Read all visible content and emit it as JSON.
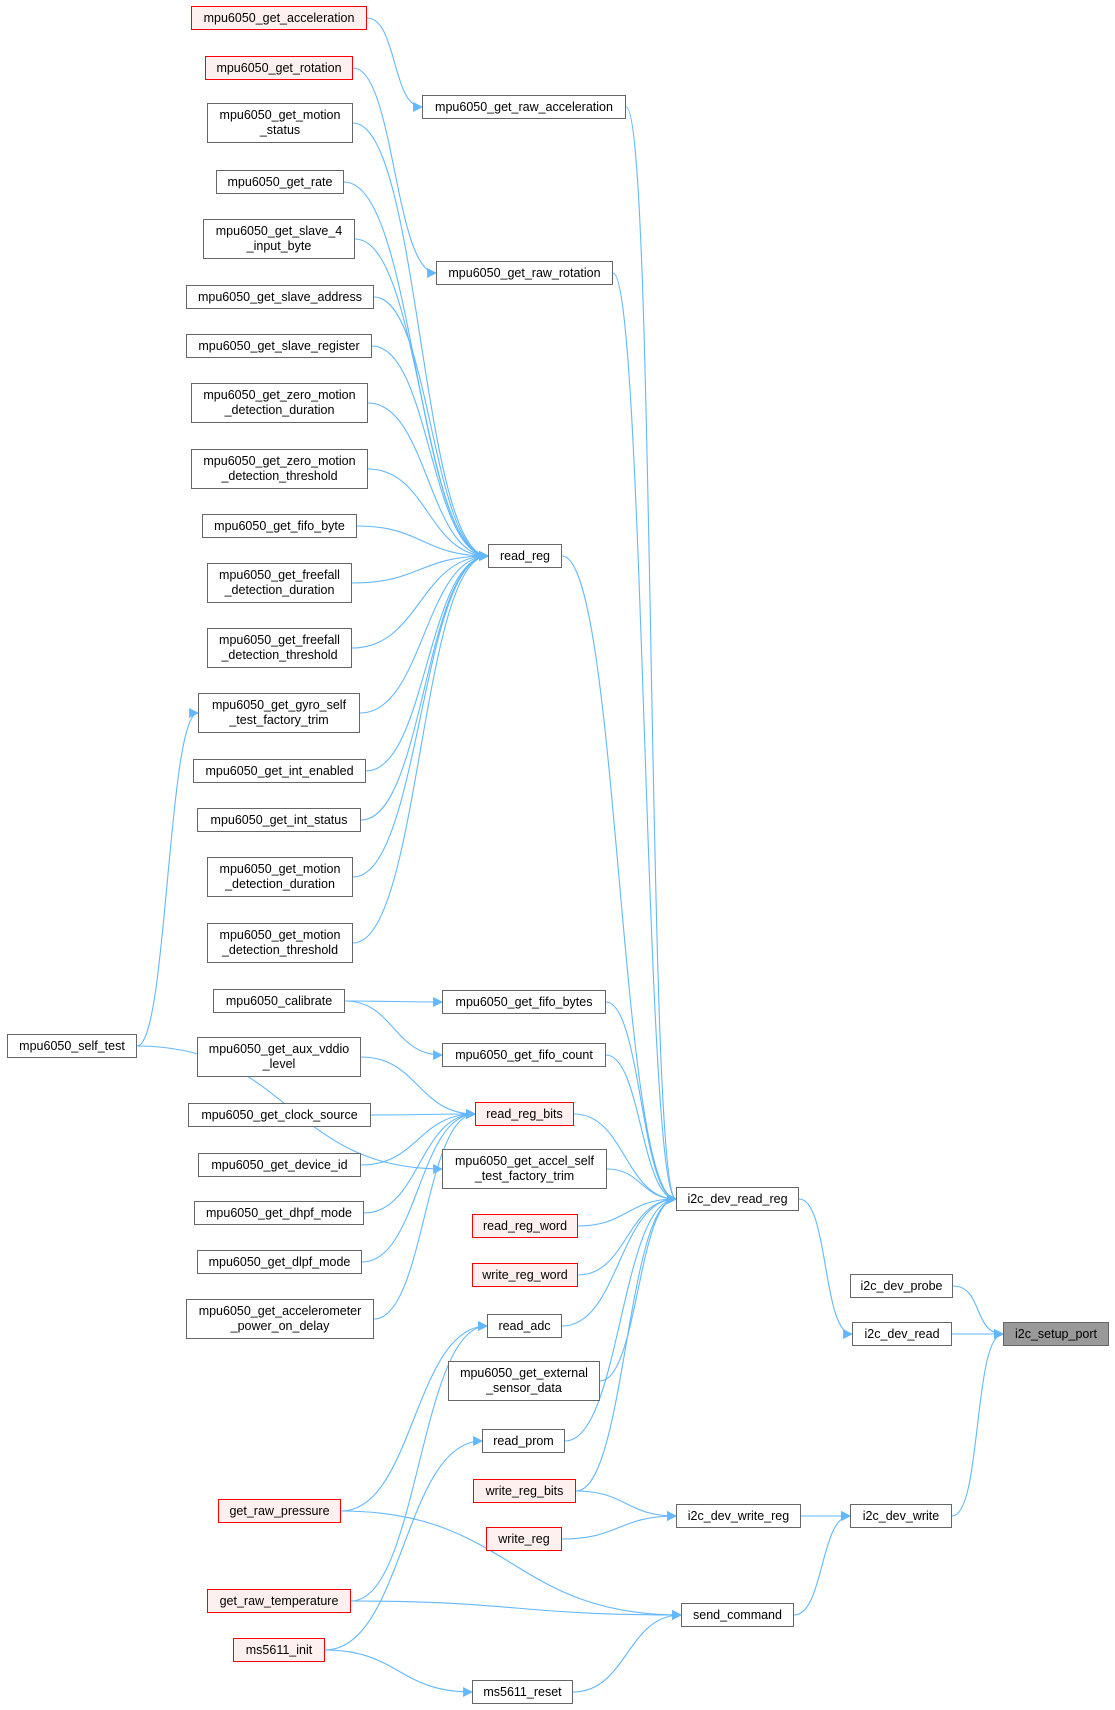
{
  "colors": {
    "edge": "#63b8ff",
    "border": "#666666",
    "red_border": "#ff0000",
    "red_fill": "#fff0f0",
    "current_fill": "#999999"
  },
  "nodes": [
    {
      "id": "n_get_acceleration",
      "lines": [
        "mpu6050_get_acceleration"
      ],
      "style": "red"
    },
    {
      "id": "n_get_rotation",
      "lines": [
        "mpu6050_get_rotation"
      ],
      "style": "red"
    },
    {
      "id": "n_get_raw_acceleration",
      "lines": [
        "mpu6050_get_raw_acceleration"
      ],
      "style": "normal"
    },
    {
      "id": "n_get_motion_status",
      "lines": [
        "mpu6050_get_motion",
        "_status"
      ],
      "style": "normal"
    },
    {
      "id": "n_get_rate",
      "lines": [
        "mpu6050_get_rate"
      ],
      "style": "normal"
    },
    {
      "id": "n_get_raw_rotation",
      "lines": [
        "mpu6050_get_raw_rotation"
      ],
      "style": "normal"
    },
    {
      "id": "n_get_slave_4_input_byte",
      "lines": [
        "mpu6050_get_slave_4",
        "_input_byte"
      ],
      "style": "normal"
    },
    {
      "id": "n_get_slave_address",
      "lines": [
        "mpu6050_get_slave_address"
      ],
      "style": "normal"
    },
    {
      "id": "n_get_slave_register",
      "lines": [
        "mpu6050_get_slave_register"
      ],
      "style": "normal"
    },
    {
      "id": "n_get_zero_motion_detection_duration",
      "lines": [
        "mpu6050_get_zero_motion",
        "_detection_duration"
      ],
      "style": "normal"
    },
    {
      "id": "n_get_zero_motion_detection_threshold",
      "lines": [
        "mpu6050_get_zero_motion",
        "_detection_threshold"
      ],
      "style": "normal"
    },
    {
      "id": "n_get_fifo_byte",
      "lines": [
        "mpu6050_get_fifo_byte"
      ],
      "style": "normal"
    },
    {
      "id": "n_read_reg",
      "lines": [
        "read_reg"
      ],
      "style": "normal"
    },
    {
      "id": "n_get_freefall_detection_duration",
      "lines": [
        "mpu6050_get_freefall",
        "_detection_duration"
      ],
      "style": "normal"
    },
    {
      "id": "n_get_freefall_detection_threshold",
      "lines": [
        "mpu6050_get_freefall",
        "_detection_threshold"
      ],
      "style": "normal"
    },
    {
      "id": "n_get_gyro_self_test_factory_trim",
      "lines": [
        "mpu6050_get_gyro_self",
        "_test_factory_trim"
      ],
      "style": "normal"
    },
    {
      "id": "n_get_int_enabled",
      "lines": [
        "mpu6050_get_int_enabled"
      ],
      "style": "normal"
    },
    {
      "id": "n_get_int_status",
      "lines": [
        "mpu6050_get_int_status"
      ],
      "style": "normal"
    },
    {
      "id": "n_get_motion_detection_duration",
      "lines": [
        "mpu6050_get_motion",
        "_detection_duration"
      ],
      "style": "normal"
    },
    {
      "id": "n_get_motion_detection_threshold",
      "lines": [
        "mpu6050_get_motion",
        "_detection_threshold"
      ],
      "style": "normal"
    },
    {
      "id": "n_calibrate",
      "lines": [
        "mpu6050_calibrate"
      ],
      "style": "normal"
    },
    {
      "id": "n_get_fifo_bytes",
      "lines": [
        "mpu6050_get_fifo_bytes"
      ],
      "style": "normal"
    },
    {
      "id": "n_self_test",
      "lines": [
        "mpu6050_self_test"
      ],
      "style": "normal"
    },
    {
      "id": "n_get_fifo_count",
      "lines": [
        "mpu6050_get_fifo_count"
      ],
      "style": "normal"
    },
    {
      "id": "n_get_aux_vddio_level",
      "lines": [
        "mpu6050_get_aux_vddio",
        "_level"
      ],
      "style": "normal"
    },
    {
      "id": "n_read_reg_bits",
      "lines": [
        "read_reg_bits"
      ],
      "style": "red"
    },
    {
      "id": "n_get_clock_source",
      "lines": [
        "mpu6050_get_clock_source"
      ],
      "style": "normal"
    },
    {
      "id": "n_get_device_id",
      "lines": [
        "mpu6050_get_device_id"
      ],
      "style": "normal"
    },
    {
      "id": "n_get_accel_self_test_factory_trim",
      "lines": [
        "mpu6050_get_accel_self",
        "_test_factory_trim"
      ],
      "style": "normal"
    },
    {
      "id": "n_i2c_dev_read_reg",
      "lines": [
        "i2c_dev_read_reg"
      ],
      "style": "normal"
    },
    {
      "id": "n_get_dhpf_mode",
      "lines": [
        "mpu6050_get_dhpf_mode"
      ],
      "style": "normal"
    },
    {
      "id": "n_read_reg_word",
      "lines": [
        "read_reg_word"
      ],
      "style": "red"
    },
    {
      "id": "n_get_dlpf_mode",
      "lines": [
        "mpu6050_get_dlpf_mode"
      ],
      "style": "normal"
    },
    {
      "id": "n_write_reg_word",
      "lines": [
        "write_reg_word"
      ],
      "style": "red"
    },
    {
      "id": "n_i2c_dev_probe",
      "lines": [
        "i2c_dev_probe"
      ],
      "style": "normal"
    },
    {
      "id": "n_get_accelerometer_power_on_delay",
      "lines": [
        "mpu6050_get_accelerometer",
        "_power_on_delay"
      ],
      "style": "normal"
    },
    {
      "id": "n_read_adc",
      "lines": [
        "read_adc"
      ],
      "style": "normal"
    },
    {
      "id": "n_i2c_dev_read",
      "lines": [
        "i2c_dev_read"
      ],
      "style": "normal"
    },
    {
      "id": "n_i2c_setup_port",
      "lines": [
        "i2c_setup_port"
      ],
      "style": "current"
    },
    {
      "id": "n_get_external_sensor_data",
      "lines": [
        "mpu6050_get_external",
        "_sensor_data"
      ],
      "style": "normal"
    },
    {
      "id": "n_read_prom",
      "lines": [
        "read_prom"
      ],
      "style": "normal"
    },
    {
      "id": "n_write_reg_bits",
      "lines": [
        "write_reg_bits"
      ],
      "style": "red"
    },
    {
      "id": "n_get_raw_pressure",
      "lines": [
        "get_raw_pressure"
      ],
      "style": "red"
    },
    {
      "id": "n_i2c_dev_write_reg",
      "lines": [
        "i2c_dev_write_reg"
      ],
      "style": "normal"
    },
    {
      "id": "n_i2c_dev_write",
      "lines": [
        "i2c_dev_write"
      ],
      "style": "normal"
    },
    {
      "id": "n_write_reg",
      "lines": [
        "write_reg"
      ],
      "style": "red"
    },
    {
      "id": "n_get_raw_temperature",
      "lines": [
        "get_raw_temperature"
      ],
      "style": "red"
    },
    {
      "id": "n_send_command",
      "lines": [
        "send_command"
      ],
      "style": "normal"
    },
    {
      "id": "n_ms5611_init",
      "lines": [
        "ms5611_init"
      ],
      "style": "red"
    },
    {
      "id": "n_ms5611_reset",
      "lines": [
        "ms5611_reset"
      ],
      "style": "normal"
    }
  ],
  "edges": [
    {
      "from": "n_get_acceleration",
      "to": "n_get_raw_acceleration"
    },
    {
      "from": "n_get_rotation",
      "to": "n_get_raw_rotation"
    },
    {
      "from": "n_get_raw_acceleration",
      "to": "n_i2c_dev_read_reg"
    },
    {
      "from": "n_get_raw_rotation",
      "to": "n_i2c_dev_read_reg"
    },
    {
      "from": "n_get_motion_status",
      "to": "n_read_reg"
    },
    {
      "from": "n_get_rate",
      "to": "n_read_reg"
    },
    {
      "from": "n_get_slave_4_input_byte",
      "to": "n_read_reg"
    },
    {
      "from": "n_get_slave_address",
      "to": "n_read_reg"
    },
    {
      "from": "n_get_slave_register",
      "to": "n_read_reg"
    },
    {
      "from": "n_get_zero_motion_detection_duration",
      "to": "n_read_reg"
    },
    {
      "from": "n_get_zero_motion_detection_threshold",
      "to": "n_read_reg"
    },
    {
      "from": "n_get_fifo_byte",
      "to": "n_read_reg"
    },
    {
      "from": "n_get_freefall_detection_duration",
      "to": "n_read_reg"
    },
    {
      "from": "n_get_freefall_detection_threshold",
      "to": "n_read_reg"
    },
    {
      "from": "n_get_gyro_self_test_factory_trim",
      "to": "n_read_reg"
    },
    {
      "from": "n_get_int_enabled",
      "to": "n_read_reg"
    },
    {
      "from": "n_get_int_status",
      "to": "n_read_reg"
    },
    {
      "from": "n_get_motion_detection_duration",
      "to": "n_read_reg"
    },
    {
      "from": "n_get_motion_detection_threshold",
      "to": "n_read_reg"
    },
    {
      "from": "n_read_reg",
      "to": "n_i2c_dev_read_reg"
    },
    {
      "from": "n_self_test",
      "to": "n_get_gyro_self_test_factory_trim"
    },
    {
      "from": "n_self_test",
      "to": "n_get_accel_self_test_factory_trim"
    },
    {
      "from": "n_calibrate",
      "to": "n_get_fifo_bytes"
    },
    {
      "from": "n_calibrate",
      "to": "n_get_fifo_count"
    },
    {
      "from": "n_get_fifo_bytes",
      "to": "n_i2c_dev_read_reg"
    },
    {
      "from": "n_get_fifo_count",
      "to": "n_i2c_dev_read_reg"
    },
    {
      "from": "n_get_aux_vddio_level",
      "to": "n_read_reg_bits"
    },
    {
      "from": "n_get_clock_source",
      "to": "n_read_reg_bits"
    },
    {
      "from": "n_get_device_id",
      "to": "n_read_reg_bits"
    },
    {
      "from": "n_get_dhpf_mode",
      "to": "n_read_reg_bits"
    },
    {
      "from": "n_get_dlpf_mode",
      "to": "n_read_reg_bits"
    },
    {
      "from": "n_get_accelerometer_power_on_delay",
      "to": "n_read_reg_bits"
    },
    {
      "from": "n_read_reg_bits",
      "to": "n_i2c_dev_read_reg"
    },
    {
      "from": "n_get_accel_self_test_factory_trim",
      "to": "n_i2c_dev_read_reg"
    },
    {
      "from": "n_read_reg_word",
      "to": "n_i2c_dev_read_reg"
    },
    {
      "from": "n_write_reg_word",
      "to": "n_i2c_dev_read_reg"
    },
    {
      "from": "n_read_adc",
      "to": "n_i2c_dev_read_reg"
    },
    {
      "from": "n_get_external_sensor_data",
      "to": "n_i2c_dev_read_reg"
    },
    {
      "from": "n_read_prom",
      "to": "n_i2c_dev_read_reg"
    },
    {
      "from": "n_write_reg_bits",
      "to": "n_i2c_dev_read_reg"
    },
    {
      "from": "n_i2c_dev_read_reg",
      "to": "n_i2c_dev_read"
    },
    {
      "from": "n_i2c_dev_probe",
      "to": "n_i2c_setup_port"
    },
    {
      "from": "n_i2c_dev_read",
      "to": "n_i2c_setup_port"
    },
    {
      "from": "n_i2c_dev_write",
      "to": "n_i2c_setup_port"
    },
    {
      "from": "n_write_reg_bits",
      "to": "n_i2c_dev_write_reg"
    },
    {
      "from": "n_write_reg",
      "to": "n_i2c_dev_write_reg"
    },
    {
      "from": "n_i2c_dev_write_reg",
      "to": "n_i2c_dev_write"
    },
    {
      "from": "n_send_command",
      "to": "n_i2c_dev_write"
    },
    {
      "from": "n_get_raw_pressure",
      "to": "n_read_adc"
    },
    {
      "from": "n_get_raw_temperature",
      "to": "n_read_adc"
    },
    {
      "from": "n_get_raw_pressure",
      "to": "n_send_command"
    },
    {
      "from": "n_get_raw_temperature",
      "to": "n_send_command"
    },
    {
      "from": "n_ms5611_init",
      "to": "n_read_prom"
    },
    {
      "from": "n_ms5611_init",
      "to": "n_ms5611_reset"
    },
    {
      "from": "n_ms5611_reset",
      "to": "n_send_command"
    }
  ]
}
